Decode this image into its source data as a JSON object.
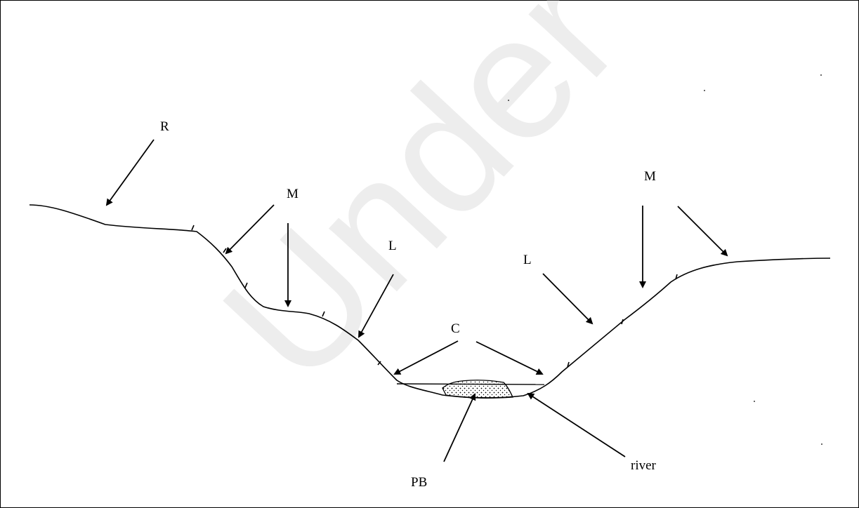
{
  "watermark": "Under re",
  "labels": {
    "R": "R",
    "M_left": "M",
    "L_left": "L",
    "C": "C",
    "L_right": "L",
    "M_right": "M",
    "PB": "PB",
    "river": "river"
  },
  "colors": {
    "line": "#000000",
    "watermark": "#c8c8c8",
    "frame": "#000000"
  }
}
